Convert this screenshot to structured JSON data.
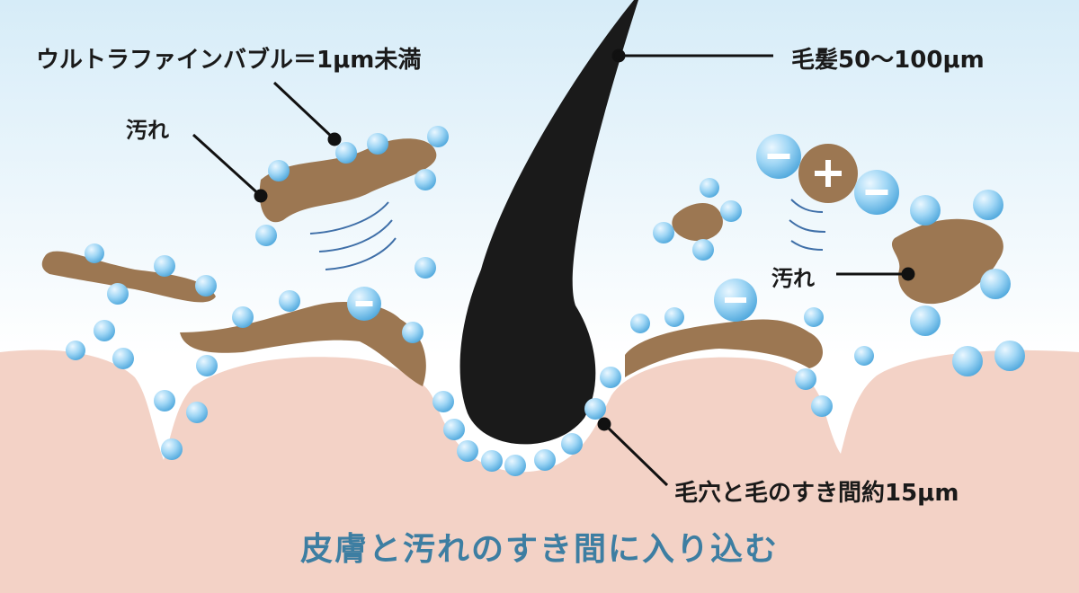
{
  "labels": {
    "bubble_definition": "ウルトラファインバブル＝1μm未満",
    "dirt_left": "汚れ",
    "hair_size": "毛髪50〜100μm",
    "dirt_right": "汚れ",
    "pore_gap": "毛穴と毛のすき間約15μm"
  },
  "caption": "皮膚と汚れのすき間に入り込む",
  "charges": {
    "minus": "−",
    "plus": "+"
  },
  "colors": {
    "sky_top": "#d6ecf8",
    "skin": "#f3d2c6",
    "dirt": "#9c7752",
    "hair": "#1a1a1a",
    "bubble": "#7fc6ee",
    "caption": "#3d7ea2",
    "wave": "#3f6fa8"
  }
}
